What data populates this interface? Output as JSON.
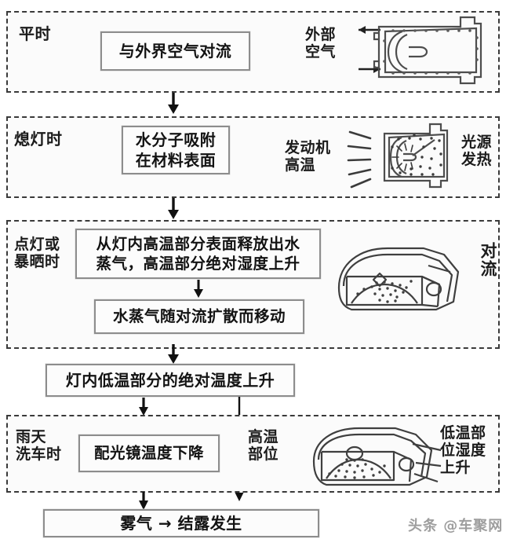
{
  "diagram": {
    "title_watermark": "头条 @车聚网",
    "sections": [
      {
        "id": "normal",
        "stage_label": "平时",
        "box_text": "与外界空气对流",
        "right_label": "外部\n空气",
        "illustration": "headlamp-top-view-airflow"
      },
      {
        "id": "lights-off",
        "stage_label": "熄灯时",
        "box_text": "水分子吸附\n在材料表面",
        "left_label": "发动机\n高温",
        "right_label": "光源\n发热",
        "illustration": "headlamp-top-view-moisture-dots"
      },
      {
        "id": "lights-on",
        "stage_label": "点灯或\n暴晒时",
        "box_text_1": "从灯内高温部分表面释放出水\n蒸气，高温部分绝对湿度上升",
        "box_text_2": "水蒸气随对流扩散而移动",
        "right_label": "对流",
        "illustration": "headlamp-3d-convection"
      },
      {
        "id": "rain-wash",
        "stage_label": "雨天\n洗车时",
        "box_text": "配光镜温度下降",
        "mid_label": "高温\n部位",
        "right_label": "低温部\n位湿度\n上升",
        "illustration": "headlamp-3d-condensation"
      }
    ],
    "middle_box": "灯内低温部分的绝对温度上升",
    "final_box": "雾气 → 结露发生",
    "colors": {
      "dashed_border": "#3a3a3a",
      "box_border": "#8d8d8d",
      "section_bg": "#fbfbfb",
      "box_bg": "#fcfcfc",
      "text": "#131313",
      "watermark": "#8e8e8e"
    }
  }
}
